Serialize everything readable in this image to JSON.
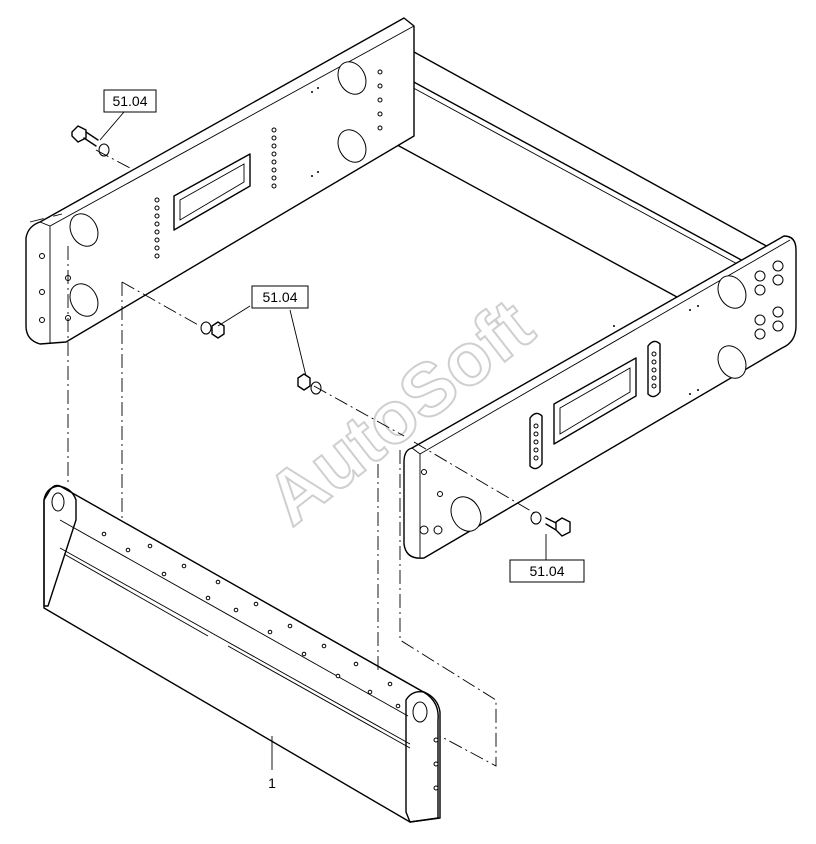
{
  "watermark": "AutoSoft",
  "callouts": {
    "top_left": "51.04",
    "center": "51.04",
    "bottom_right": "51.04"
  },
  "part_number": "1"
}
